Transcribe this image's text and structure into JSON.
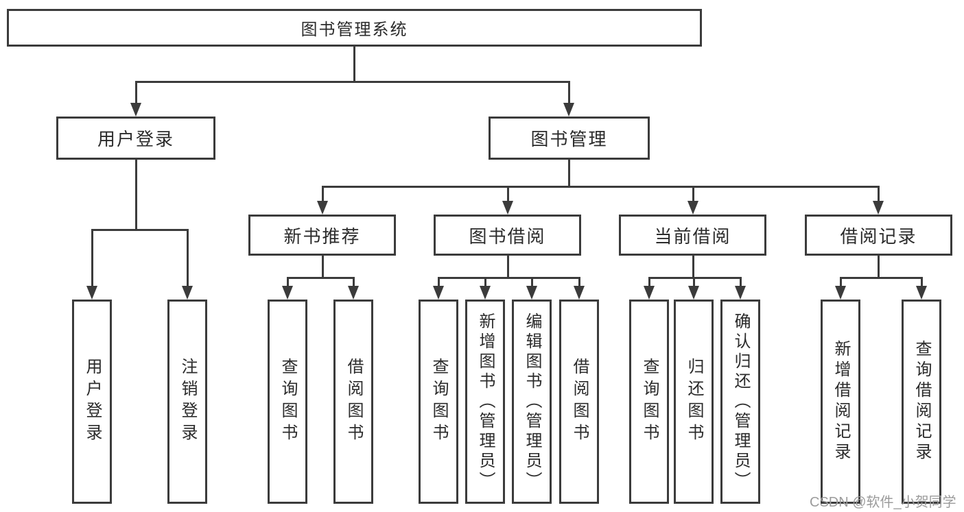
{
  "watermark": "CSDN @软件_小贺同学",
  "colors": {
    "line": "#3b3b3b",
    "text": "#2b2b2b",
    "box_background": "#ffffff",
    "watermark_color": "#9b9b9b"
  },
  "tree": {
    "root": {
      "label": "图书管理系统"
    },
    "children": [
      {
        "label": "用户登录",
        "children": [
          {
            "label": "用户登录"
          },
          {
            "label": "注销登录"
          }
        ]
      },
      {
        "label": "图书管理",
        "children": [
          {
            "label": "新书推荐",
            "children": [
              {
                "label": "查询图书"
              },
              {
                "label": "借阅图书"
              }
            ]
          },
          {
            "label": "图书借阅",
            "children": [
              {
                "label": "查询图书"
              },
              {
                "label": "新增图书（管理员）"
              },
              {
                "label": "编辑图书（管理员）"
              },
              {
                "label": "借阅图书"
              }
            ]
          },
          {
            "label": "当前借阅",
            "children": [
              {
                "label": "查询图书"
              },
              {
                "label": "归还图书"
              },
              {
                "label": "确认归还（管理员）"
              }
            ]
          },
          {
            "label": "借阅记录",
            "children": [
              {
                "label": "新增借阅记录"
              },
              {
                "label": "查询借阅记录"
              }
            ]
          }
        ]
      }
    ]
  }
}
